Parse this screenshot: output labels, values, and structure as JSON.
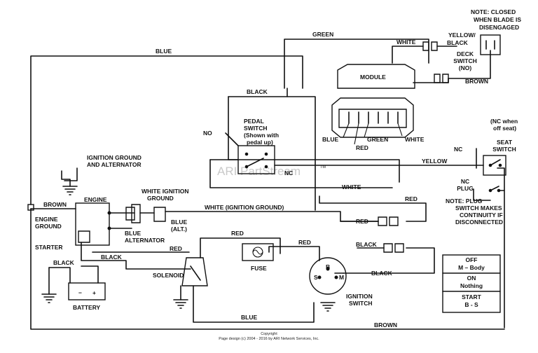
{
  "labels": {
    "blue_top": "BLUE",
    "green_top": "GREEN",
    "white_top": "WHITE",
    "yellow_black": "YELLOW/",
    "yellow_black_2": "BLACK",
    "note_closed_1": "NOTE:  CLOSED",
    "note_closed_2": "WHEN BLADE IS",
    "note_closed_3": "DISENGAGED",
    "deck_switch_1": "DECK",
    "deck_switch_2": "SWITCH",
    "deck_switch_3": "(NO)",
    "brown_deck": "BROWN",
    "module": "MODULE",
    "black_top": "BLACK",
    "pedal_switch_1": "PEDAL",
    "pedal_switch_2": "SWITCH",
    "pedal_switch_3": "(Shown with",
    "pedal_switch_4": "pedal up)",
    "no_pedal": "NO",
    "nc_pedal": "NC",
    "conn_blue": "BLUE",
    "conn_red": "RED",
    "conn_green": "GREEN",
    "conn_white": "WHITE",
    "nc_seat_1": "(NC when",
    "nc_seat_2": "off seat)",
    "seat_switch_1": "SEAT",
    "seat_switch_2": "SWITCH",
    "nc_seat": "NC",
    "yellow": "YELLOW",
    "white_mid": "WHITE",
    "nc_plug_1": "NC",
    "nc_plug_2": "PLUG",
    "note_plug_1": "NOTE:  PLUG",
    "note_plug_2": "SWITCH MAKES",
    "note_plug_3": "CONTINUITY IF",
    "note_plug_4": "DISCONNECTED",
    "red_right": "RED",
    "ign_ground_1": "IGNITION GROUND",
    "ign_ground_2": "AND ALTERNATOR",
    "white_ign_1": "WHITE IGNITION",
    "white_ign_2": "GROUND",
    "brown_left": "BROWN",
    "engine": "ENGINE",
    "engine_ground_1": "ENGINE",
    "engine_ground_2": "GROUND",
    "white_ign_wire": "WHITE (IGNITION GROUND)",
    "blue_alt_1": "BLUE",
    "blue_alt_2": "(ALT.)",
    "blue_alternator_1": "BLUE",
    "blue_alternator_2": "ALTERNATOR",
    "red_mid": "RED",
    "starter": "STARTER",
    "red_solenoid": "RED",
    "red_fuse": "RED",
    "red_ign": "RED",
    "black_starter": "BLACK",
    "black_battery": "BLACK",
    "black_ign": "BLACK",
    "black_right": "BLACK",
    "battery": "BATTERY",
    "solenoid": "SOLENOID",
    "fuse": "FUSE",
    "ignition_switch_1": "IGNITION",
    "ignition_switch_2": "SWITCH",
    "blue_bottom": "BLUE",
    "brown_bottom": "BROWN",
    "term_b": "B",
    "term_s": "S",
    "term_m": "M",
    "batt_minus": "−",
    "batt_plus": "+"
  },
  "table": {
    "rows": [
      {
        "pos": "OFF",
        "desc": "M – Body"
      },
      {
        "pos": "ON",
        "desc": "Nothing"
      },
      {
        "pos": "START",
        "desc": "B - S"
      }
    ]
  },
  "watermark": "ARI PartStream",
  "watermark_tm": "TM",
  "footer": {
    "copyright": "Copyright",
    "credit": "Page design (c) 2004 - 2016 by ARI Network Services, Inc."
  }
}
